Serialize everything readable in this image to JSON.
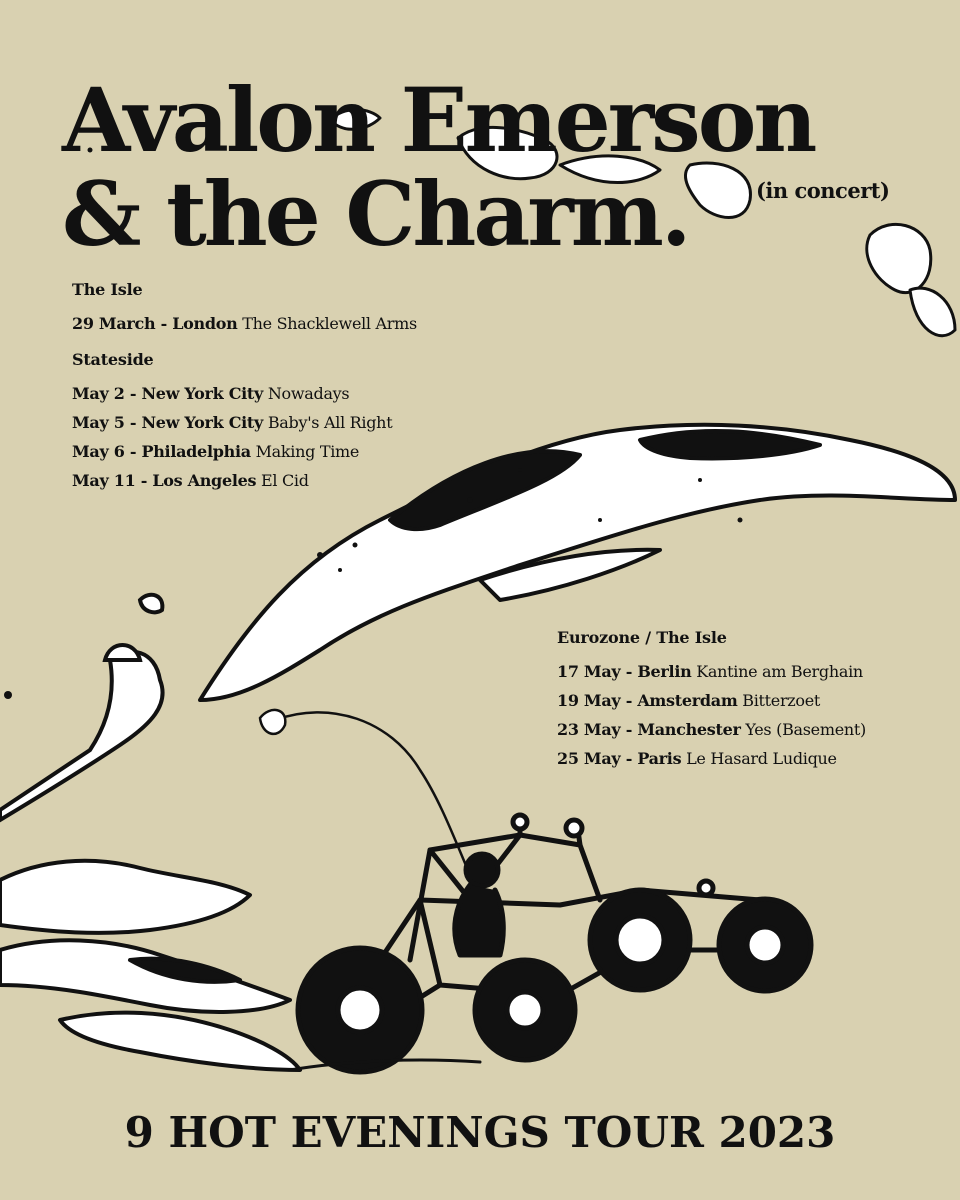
{
  "title": {
    "line1": "Avalon Emerson",
    "line2": "& the Charm.",
    "tag": "(in concert)"
  },
  "sections": [
    {
      "heading": "The Isle",
      "dates": [
        {
          "date": "29 March",
          "city": "London",
          "venue": "The Shacklewell Arms"
        }
      ]
    },
    {
      "heading": "Stateside",
      "dates": [
        {
          "date": "May 2",
          "city": "New York City",
          "venue": "Nowadays"
        },
        {
          "date": "May 5",
          "city": "New York City",
          "venue": "Baby's All Right"
        },
        {
          "date": "May 6",
          "city": "Philadelphia",
          "venue": "Making Time"
        },
        {
          "date": "May 11",
          "city": "Los Angeles",
          "venue": "El Cid"
        }
      ]
    },
    {
      "heading": "Eurozone / The Isle",
      "dates": [
        {
          "date": "17 May",
          "city": "Berlin",
          "venue": "Kantine am Berghain"
        },
        {
          "date": "19 May",
          "city": "Amsterdam",
          "venue": "Bitterzoet"
        },
        {
          "date": "23 May",
          "city": "Manchester",
          "venue": "Yes (Basement)"
        },
        {
          "date": "25 May",
          "city": "Paris",
          "venue": "Le Hasard Ludique"
        }
      ]
    }
  ],
  "footer": "9 HOT EVENINGS TOUR 2023",
  "colors": {
    "background": "#d9d1b1",
    "ink": "#111111",
    "paper": "#ffffff"
  }
}
